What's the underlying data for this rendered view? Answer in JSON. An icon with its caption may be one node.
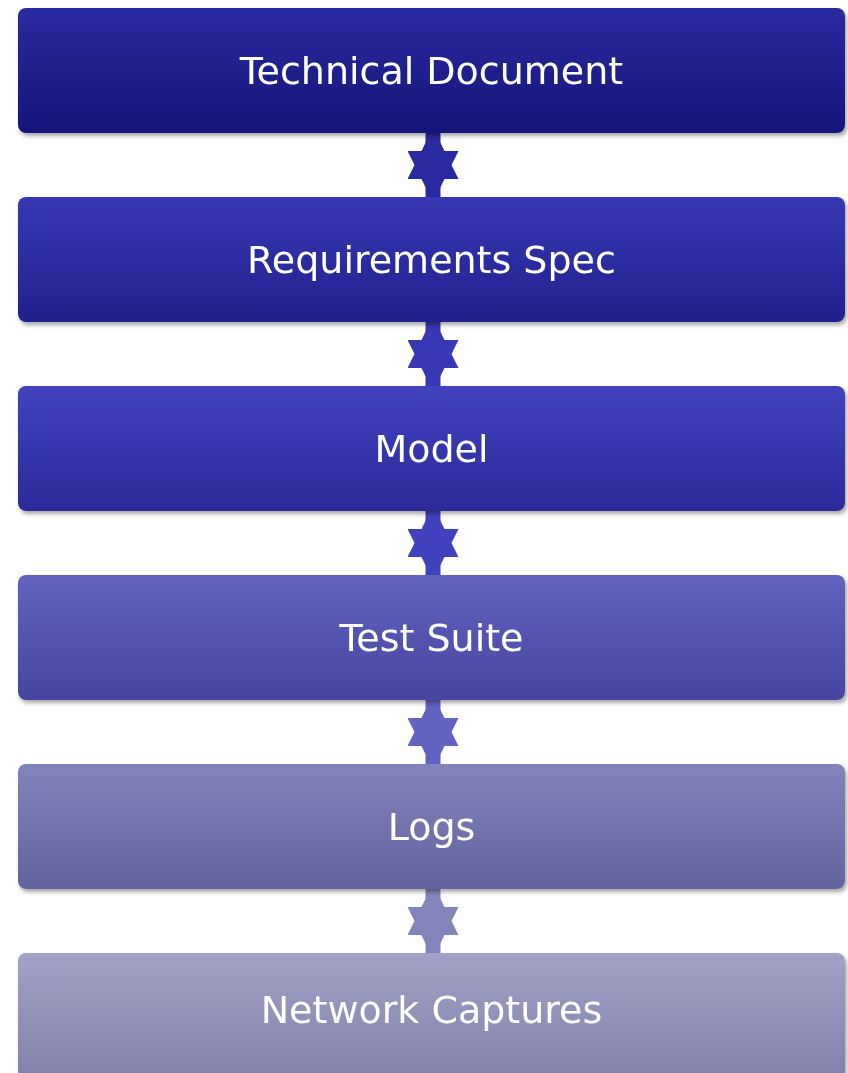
{
  "diagram": {
    "nodes": [
      {
        "text": [
          "Technical Document"
        ]
      },
      {
        "text": [
          "Requirements Spec"
        ]
      },
      {
        "text": [
          "Model"
        ]
      },
      {
        "text": [
          "Test Suite"
        ]
      },
      {
        "text": [
          "Logs"
        ]
      },
      {
        "text": [
          "Network Captures"
        ]
      }
    ],
    "edges": [
      {
        "from": 0,
        "to": 1,
        "arrow": "both"
      },
      {
        "from": 1,
        "to": 2,
        "arrow": "both"
      },
      {
        "from": 2,
        "to": 3,
        "arrow": "both"
      },
      {
        "from": 3,
        "to": 4,
        "arrow": "both"
      },
      {
        "from": 4,
        "to": 5,
        "arrow": "both"
      }
    ]
  }
}
